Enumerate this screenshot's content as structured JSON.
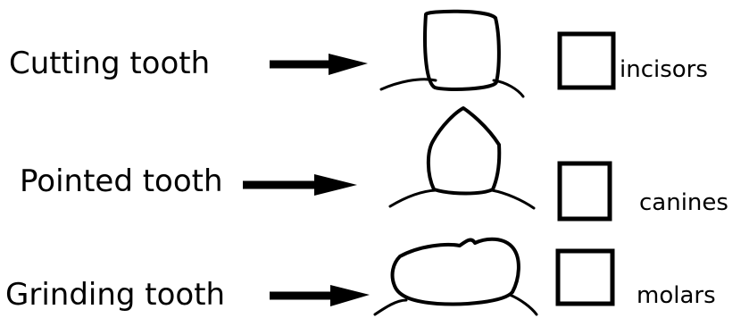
{
  "rows": [
    {
      "tooth_label": "Cutting tooth",
      "type_label": "incisors",
      "tooth_icon": "incisor-tooth-icon"
    },
    {
      "tooth_label": "Pointed tooth",
      "type_label": "canines",
      "tooth_icon": "canine-tooth-icon"
    },
    {
      "tooth_label": "Grinding tooth",
      "type_label": "molars",
      "tooth_icon": "molar-tooth-icon"
    }
  ],
  "colors": {
    "ink": "#000000",
    "background": "#ffffff"
  }
}
